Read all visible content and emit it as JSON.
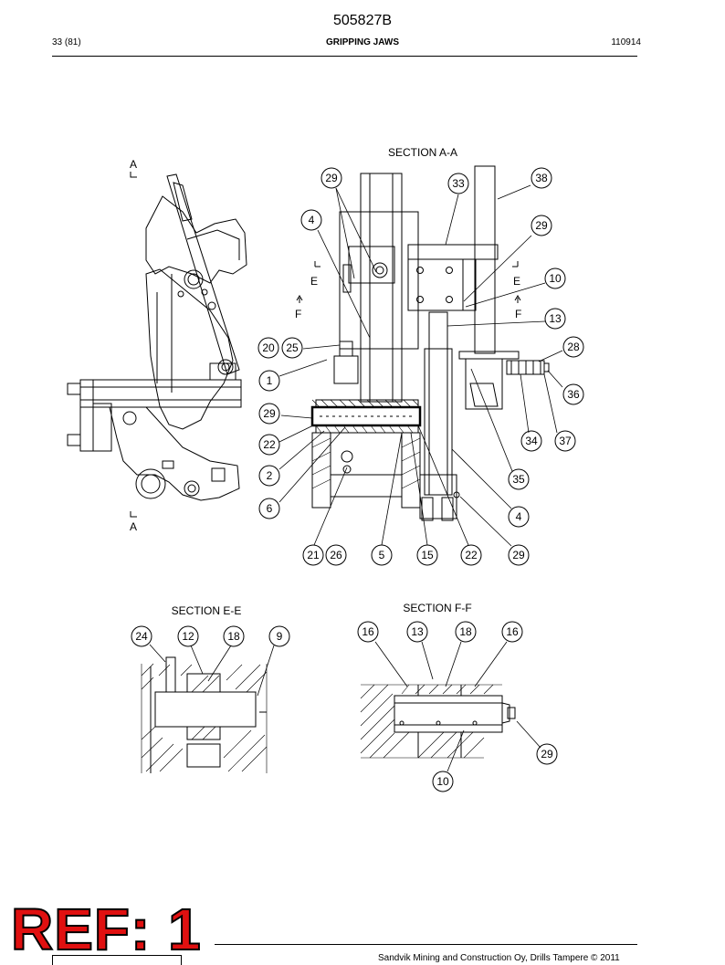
{
  "header": {
    "document_number": "505827B",
    "page": "33 (81)",
    "title": "GRIPPING JAWS",
    "date_code": "110914"
  },
  "sections": {
    "aa": "SECTION  A-A",
    "ee": "SECTION  E-E",
    "ff": "SECTION  F-F"
  },
  "markers": {
    "a_top": "A",
    "a_bottom": "A",
    "e_left": "E",
    "e_right": "E",
    "f_left": "F",
    "f_right": "F"
  },
  "callouts": {
    "aa": [
      "29",
      "33",
      "38",
      "4",
      "29",
      "10",
      "13",
      "20",
      "25",
      "28",
      "1",
      "36",
      "29",
      "22",
      "34",
      "37",
      "2",
      "35",
      "6",
      "4",
      "21",
      "26",
      "5",
      "15",
      "22",
      "29"
    ],
    "ee": [
      "24",
      "12",
      "18",
      "9"
    ],
    "ff": [
      "16",
      "13",
      "18",
      "16",
      "29",
      "10"
    ]
  },
  "footer": {
    "copyright": "Sandvik Mining and Construction Oy, Drills Tampere © 2011"
  },
  "stamp": {
    "text": "REF: 1",
    "color": "#e01010"
  }
}
